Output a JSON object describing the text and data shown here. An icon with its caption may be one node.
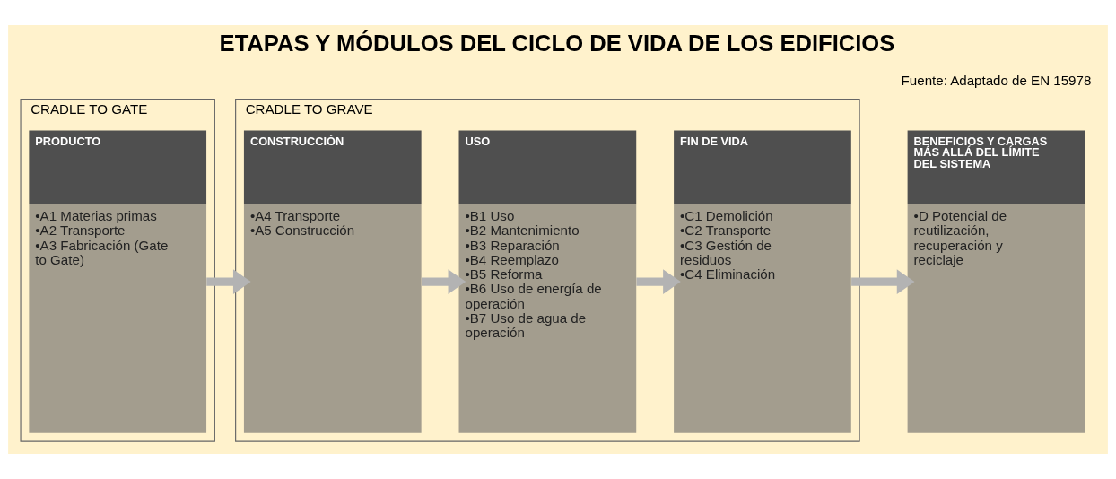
{
  "diagram": {
    "title": "ETAPAS Y MÓDULOS DEL CICLO DE VIDA DE LOS EDIFICIOS",
    "nodes": [
      {
        "text": [
          "CRADLE TO GATE"
        ]
      },
      {
        "text": [
          "CRADLE TO GRAVE"
        ]
      },
      {
        "text": [
          "PRODUCTO",
          "•A1 Materias primas",
          "•A2 Transporte",
          "•A3 Fabricación (Gate to Gate)"
        ],
        "in": 0
      },
      {
        "text": [
          "CONSTRUCCIÓN",
          "•A4 Transporte",
          "•A5 Construcción"
        ],
        "in": 1
      },
      {
        "text": [
          "USO",
          "•B1 Uso",
          "•B2 Mantenimiento",
          "•B3 Reparación",
          "•B4 Reemplazo",
          "•B5 Reforma",
          "•B6 Uso de energía de operación",
          "•B7 Uso de agua de operación"
        ],
        "in": 1
      },
      {
        "text": [
          "FIN DE VIDA",
          "•C1 Demolición",
          "•C2 Transporte",
          "•C3 Gestión de residuos",
          "•C4 Eliminación"
        ],
        "in": 1
      },
      {
        "text": [
          "BENEFICIOS Y CARGAS MÁS ALLÁ DEL LÍMITE DEL SISTEMA",
          "•D Potencial de reutilización, recuperación y reciclaje"
        ]
      }
    ],
    "edges": [
      {
        "from": 2,
        "to": 3,
        "arrow": "to"
      },
      {
        "from": 3,
        "to": 4,
        "arrow": "to"
      },
      {
        "from": 4,
        "to": 5,
        "arrow": "to"
      },
      {
        "from": 5,
        "to": 6,
        "arrow": "to"
      }
    ],
    "labels": [
      "Fuente: Adaptado de EN 15978"
    ]
  }
}
